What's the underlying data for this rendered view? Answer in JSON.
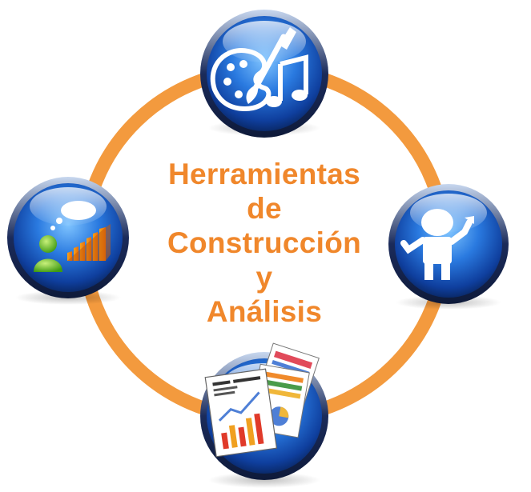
{
  "diagram": {
    "center_title_lines": [
      "Herramientas",
      "de",
      "Construcción",
      "y",
      "Análisis"
    ],
    "colors": {
      "ring": "#f39a3e",
      "title": "#f0872b",
      "node_blue_dark": "#0d3f9c",
      "node_blue_light": "#56a8f2",
      "node_rim": "#1d2f63"
    },
    "nodes": [
      {
        "position": "top",
        "icons": [
          "paint-palette-icon",
          "paintbrush-icon",
          "music-note-icon"
        ]
      },
      {
        "position": "right",
        "icons": [
          "robot-figure-icon"
        ]
      },
      {
        "position": "bottom",
        "icons": [
          "report-chart-documents-icon"
        ]
      },
      {
        "position": "left",
        "icons": [
          "user-idea-bubble-icon",
          "bar-chart-icon"
        ]
      }
    ]
  }
}
